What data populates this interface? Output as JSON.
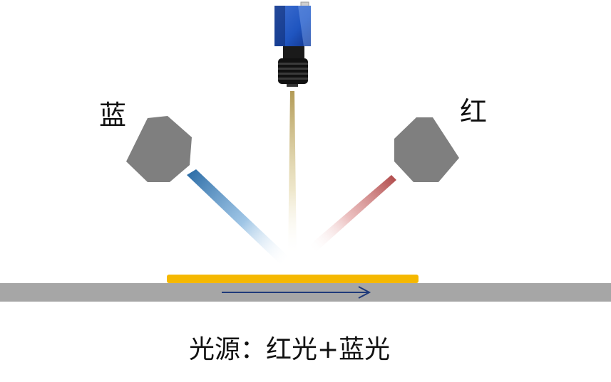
{
  "labels": {
    "blue_light": "蓝",
    "red_light": "红"
  },
  "caption": "光源：红光+蓝光",
  "icons": {
    "camera": "camera-icon",
    "blue_light_source": "light-source-icon",
    "red_light_source": "light-source-icon",
    "motion_arrow": "arrow-right-icon"
  },
  "colors": {
    "camera_body": "#1f55c0",
    "camera_lens": "#111111",
    "light_housing": "#7f7f7f",
    "blue_beam": "#2f6fa8",
    "red_beam": "#b04a4a",
    "camera_beam": "#c2ad6e",
    "sample": "#f5b800",
    "conveyor": "#a6a6a6",
    "arrow": "#1f3a7a"
  }
}
